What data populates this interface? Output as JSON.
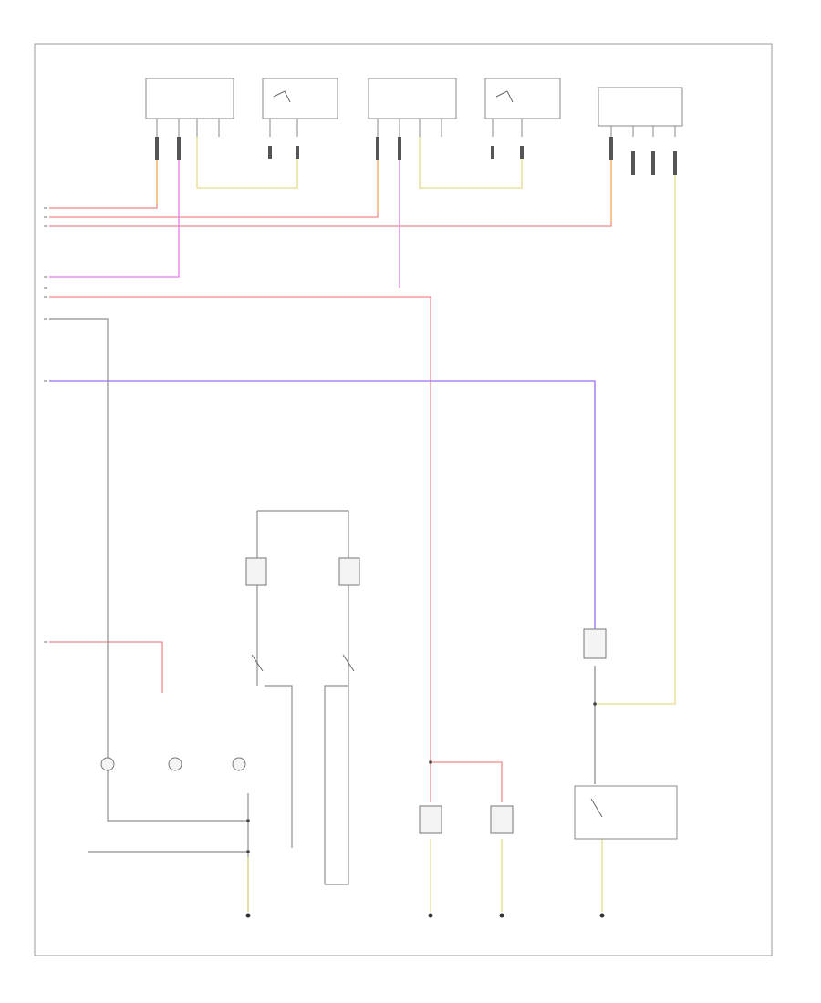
{
  "diagram": {
    "title": "",
    "footer_code": "",
    "components": [
      {
        "id": "left-front-door-module",
        "label": ""
      },
      {
        "id": "left-door-switch",
        "label": ""
      },
      {
        "id": "right-front-door-module",
        "label": ""
      },
      {
        "id": "right-door-switch",
        "label": ""
      },
      {
        "id": "right-upper-module",
        "label": ""
      },
      {
        "id": "left-lamp-group",
        "label": ""
      },
      {
        "id": "center-lamp-group",
        "label": ""
      },
      {
        "id": "right-lamp-group",
        "label": ""
      },
      {
        "id": "license-lamp",
        "label": ""
      },
      {
        "id": "rear-switch-module",
        "label": ""
      }
    ],
    "grounds": [
      {
        "id": "ground-1",
        "label": ""
      },
      {
        "id": "ground-2",
        "label": ""
      },
      {
        "id": "ground-3",
        "label": ""
      },
      {
        "id": "ground-4",
        "label": ""
      }
    ],
    "wire_colors": {
      "red": "#f08a8a",
      "orange": "#f2b96b",
      "magenta": "#e97be9",
      "purple": "#9a6ef0",
      "yellow": "#e6dc8a",
      "gray": "#8f8f8f",
      "black": "#333333"
    }
  }
}
